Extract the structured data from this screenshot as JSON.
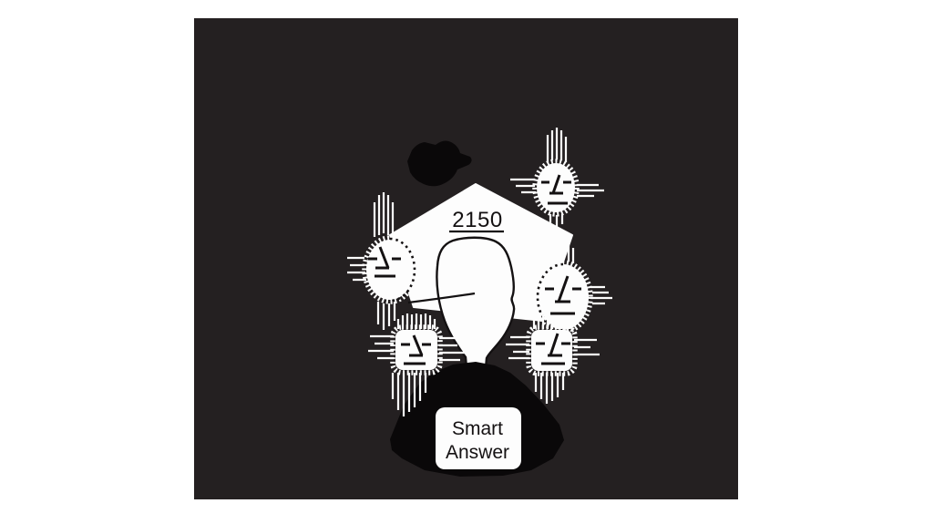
{
  "illustration": {
    "pentagon_label": "2150",
    "answer_box": {
      "line1": "Smart",
      "line2": "Answer"
    },
    "colors": {
      "canvas": "#ffffff",
      "backdrop": "#242021",
      "ink_black": "#0a0809",
      "paper_white": "#fdfdfd",
      "line_ink": "#141112"
    },
    "icons": [
      "cloud-blob-icon",
      "pentagon-house",
      "head-silhouette",
      "rock-mound",
      "sun-face-top-right-icon",
      "sun-face-left-icon",
      "sun-face-right-icon",
      "sun-face-bottom-left-icon",
      "sun-face-bottom-right-icon"
    ]
  }
}
